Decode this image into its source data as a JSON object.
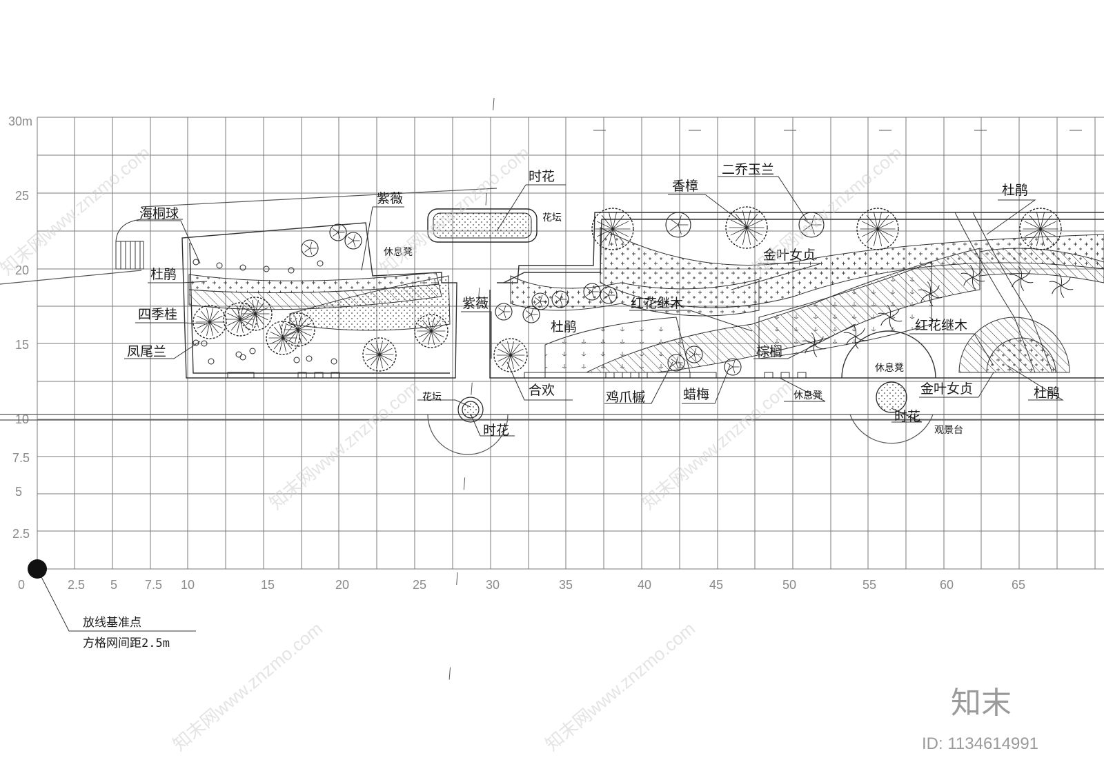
{
  "y_axis": [
    "30m",
    "25",
    "20",
    "15",
    "10",
    "7.5",
    "5",
    "2.5"
  ],
  "x_axis": [
    "0",
    "2.5",
    "5",
    "7.5",
    "10",
    "15",
    "20",
    "25",
    "30",
    "35",
    "40",
    "45",
    "50",
    "55",
    "60",
    "65"
  ],
  "plant_labels": {
    "shihua_top": "时花",
    "huatan_top": "花坛",
    "ziwei_left": "紫薇",
    "xiuxideng_left": "休息凳",
    "haitongqiu": "海桐球",
    "dujuan_left": "杜鹃",
    "sijigui": "四季桂",
    "fengweilan": "凤尾兰",
    "ziwei_mid": "紫薇",
    "dujuan_mid": "杜鹃",
    "hehuan": "合欢",
    "huatan_mid": "花坛",
    "shihua_mid": "时花",
    "xiangzhang": "香樟",
    "erqiaoyulan": "二乔玉兰",
    "jinyenvzhen_top": "金叶女贞",
    "honghuajimu_mid": "红花继木",
    "zonglv": "棕榈",
    "jizhuaqi": "鸡爪槭",
    "lamei": "蜡梅",
    "xiuxideng_right": "休息凳",
    "xiuxideng_small": "休息凳",
    "shihua_right": "时花",
    "guanjingtai": "观景台",
    "jinyenvzhen_right": "金叶女贞",
    "dujuan_right": "杜鹃",
    "dujuan_top_right": "杜鹃",
    "honghuajimu_right": "红花继木"
  },
  "notes": {
    "base_point": "放线基准点",
    "grid_spacing": "方格网间距2.5m"
  },
  "branding": {
    "logo": "知末",
    "id": "ID: 1134614991",
    "watermark": "知末网www.znzmo.com"
  }
}
